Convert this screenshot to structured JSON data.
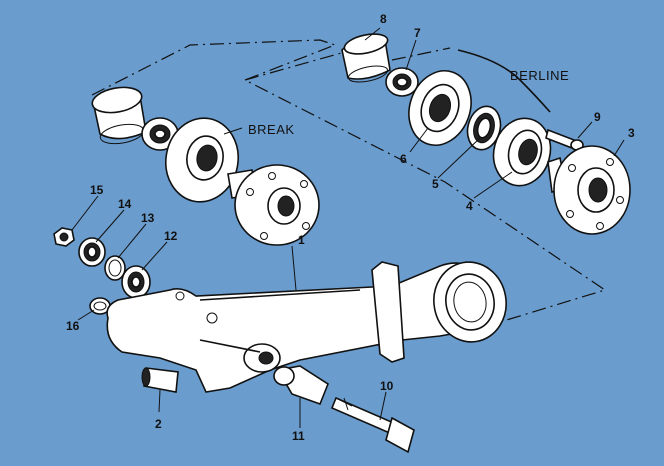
{
  "labels": {
    "break": "BREAK",
    "berline": "BERLINE",
    "p1": "1",
    "p2": "2",
    "p3": "3",
    "p4": "4",
    "p5": "5",
    "p6": "6",
    "p7": "7",
    "p8": "8",
    "p9": "9",
    "p10": "10",
    "p11": "11",
    "p12": "12",
    "p13": "13",
    "p14": "14",
    "p15": "15",
    "p16": "16"
  },
  "colors": {
    "background": "#6a9ccd",
    "ink": "#111111",
    "part_fill": "#ffffff"
  }
}
